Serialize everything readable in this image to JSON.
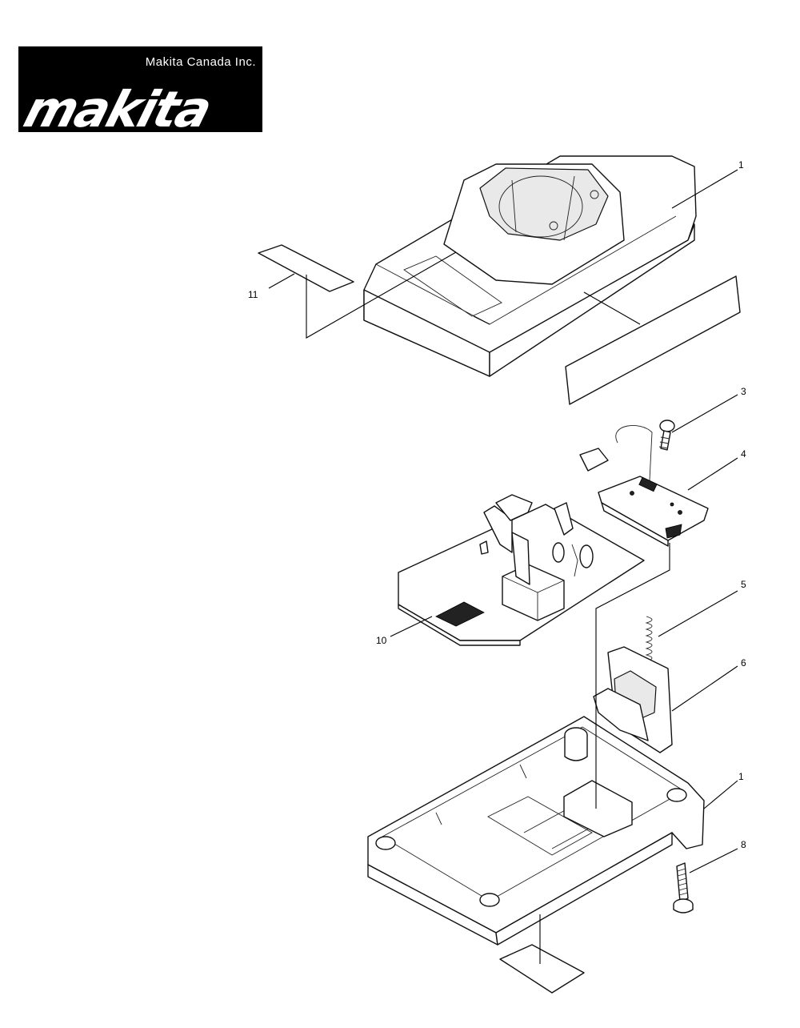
{
  "header": {
    "company": "Makita Canada Inc.",
    "brand": "makita"
  },
  "callouts": {
    "top_housing": "1",
    "label_left": "11",
    "screw_small": "3",
    "terminal_board": "4",
    "spring": "5",
    "terminal_cover": "6",
    "pcb": "10",
    "base_housing": "1",
    "screw_long": "8"
  },
  "colors": {
    "ink": "#000000",
    "paper": "#ffffff"
  }
}
